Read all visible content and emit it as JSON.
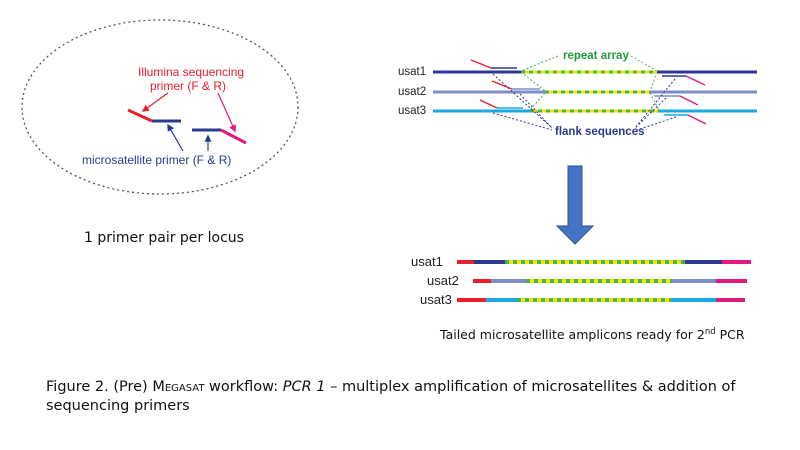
{
  "left_panel": {
    "illumina_label_line1": "Illumina sequencing",
    "illumina_label_line2": "primer (F & R)",
    "microsat_label": "microsatellite primer (F & R)",
    "subtitle": "1 primer pair per locus"
  },
  "right_top": {
    "loci": [
      "usat1",
      "usat2",
      "usat3"
    ],
    "repeat_label": "repeat array",
    "flank_label": "flank sequences"
  },
  "right_bottom": {
    "loci": [
      "usat1",
      "usat2",
      "usat3"
    ],
    "caption_pre": "Tailed microsatellite amplicons ready for 2",
    "caption_sup": "nd",
    "caption_post": " PCR"
  },
  "figure_caption": {
    "label": "Figure 2.",
    "pre": " (Pre) ",
    "software": "Megasat",
    "mid": " workflow: ",
    "pcr": "PCR 1",
    "rest": " – multiplex amplification of microsatellites & addition of sequencing primers"
  },
  "colors": {
    "illumina_red": "#e8202a",
    "magenta": "#e0197d",
    "navy": "#2b3990",
    "steel_blue": "#7b8ec8",
    "cyan": "#1ba9e1",
    "yellow": "#f2e600",
    "green_dash": "#4caf50",
    "arrow_blue": "#4472c4",
    "repeat_text": "#1e9c3a"
  }
}
